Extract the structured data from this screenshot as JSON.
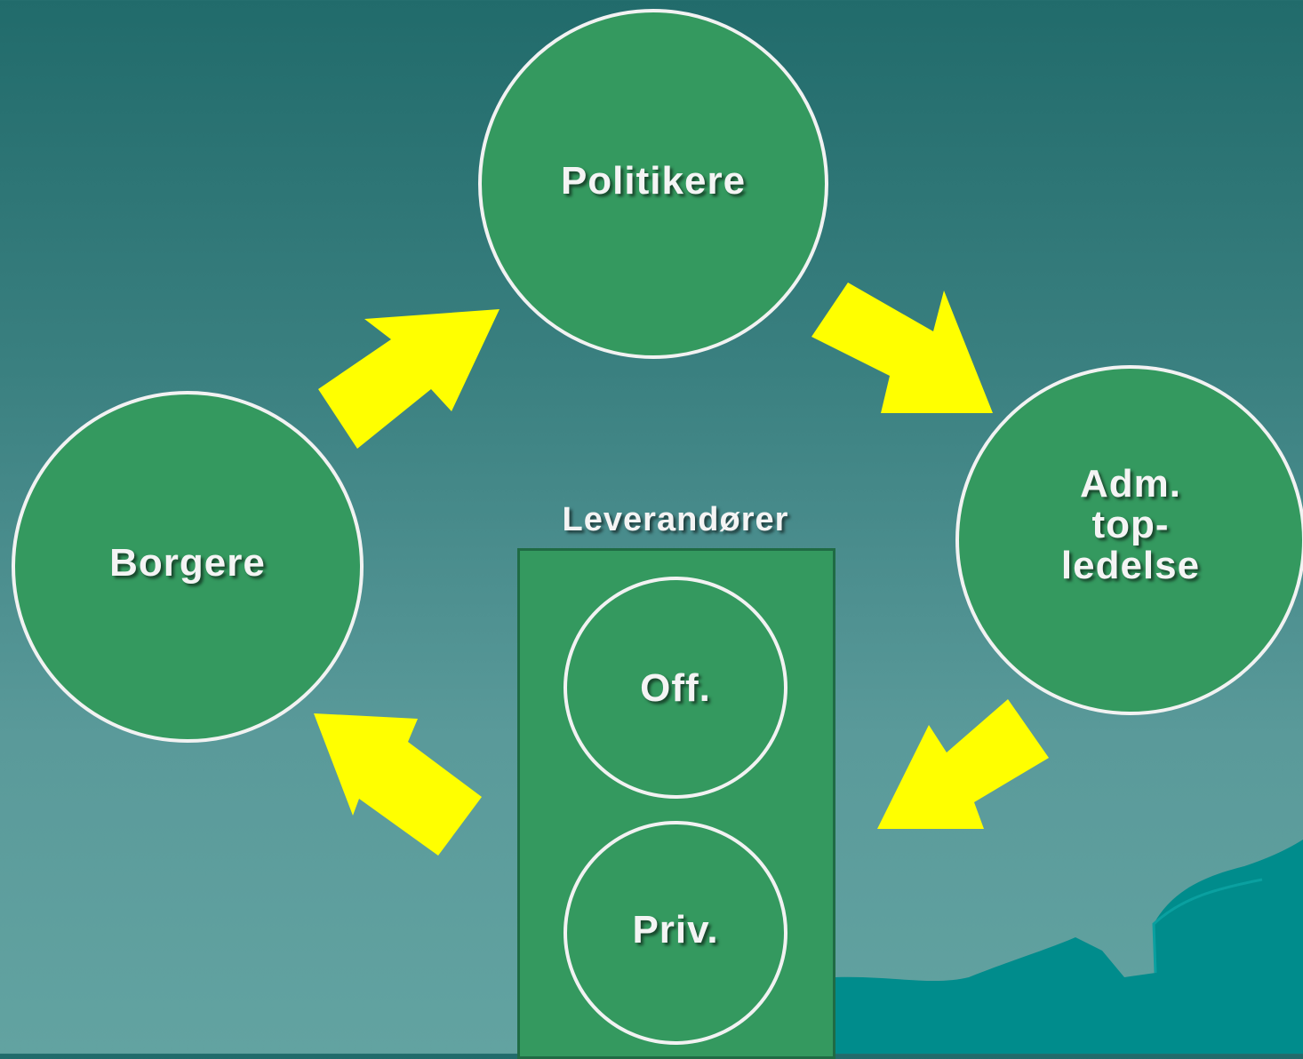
{
  "nodes": {
    "politikere": "Politikere",
    "borgere": "Borgere",
    "adm_line1": "Adm.",
    "adm_line2": "top-",
    "adm_line3": "ledelse",
    "off": "Off.",
    "priv": "Priv."
  },
  "suppliers_title": "Leverandører",
  "colors": {
    "node_fill": "#34995f",
    "arrow": "#ffff00",
    "outline": "#f2f2f2"
  }
}
